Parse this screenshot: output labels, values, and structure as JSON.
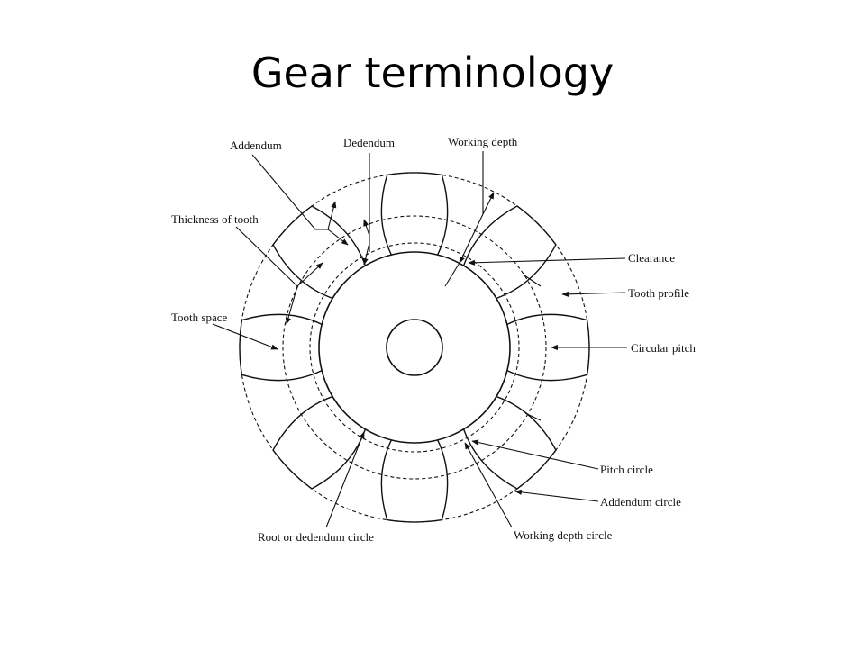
{
  "title": "Gear terminology",
  "labels": {
    "addendum": "Addendum",
    "dedendum": "Dedendum",
    "working_depth": "Working depth",
    "thickness_of_tooth": "Thickness of tooth",
    "clearance": "Clearance",
    "tooth_profile": "Tooth profile",
    "tooth_space": "Tooth space",
    "circular_pitch": "Circular pitch",
    "pitch_circle": "Pitch circle",
    "addendum_circle": "Addendum circle",
    "root_circle": "Root or dedendum circle",
    "working_depth_circle": "Working depth circle"
  }
}
